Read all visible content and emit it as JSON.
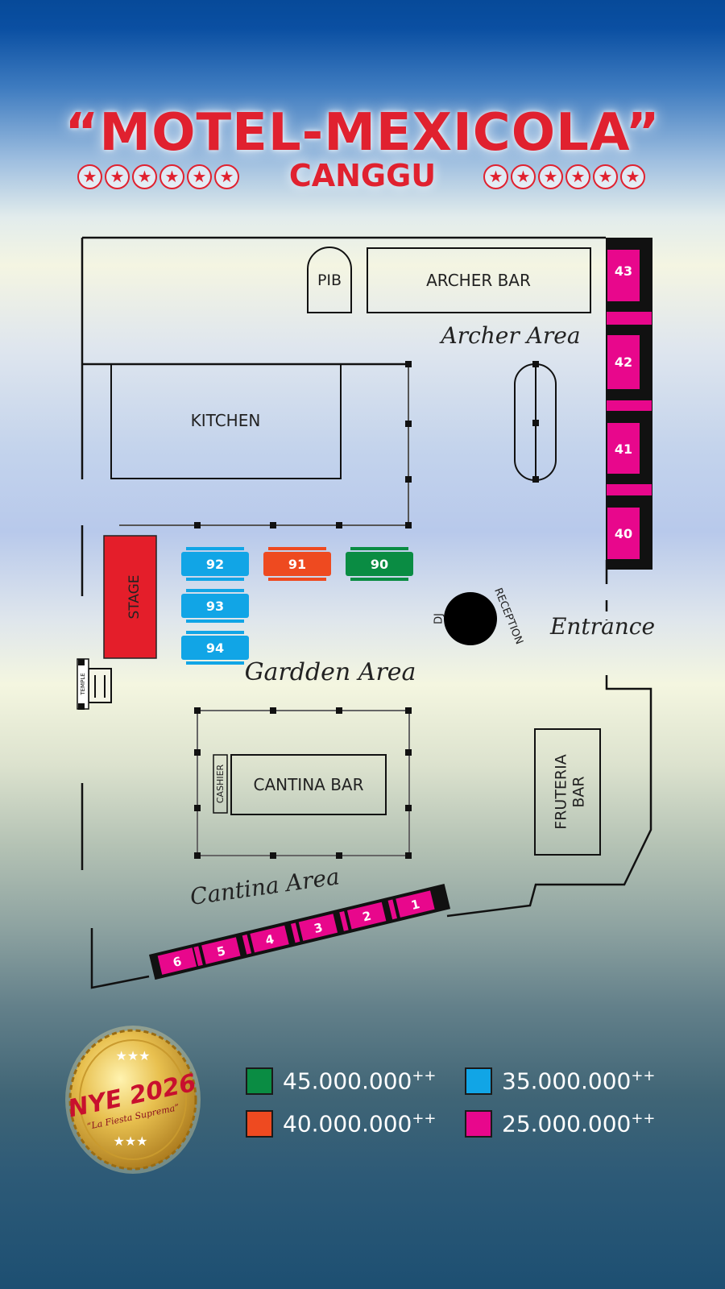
{
  "title": {
    "main": "“MOTEL-MEXICOLA”",
    "sub": "CANGGU",
    "star_glyph": "★"
  },
  "colors": {
    "green": "#0a8c43",
    "orange": "#ee4a20",
    "blue": "#11a5e6",
    "pink": "#e8078c",
    "stage": "#e41e2a",
    "title": "#e0212f"
  },
  "map": {
    "rooms": {
      "pib": "PIB",
      "archer_bar": "ARCHER BAR",
      "kitchen": "KITCHEN",
      "stage": "STAGE",
      "temple": "TEMPLE",
      "cantina_bar": "CANTINA BAR",
      "cashier": "CASHIER",
      "fruteria_line1": "FRUTERIA",
      "fruteria_line2": "BAR",
      "dj": "DJ",
      "reception": "RECEPTION"
    },
    "areas": {
      "archer": "Archer Area",
      "gardden": "Gardden Area",
      "cantina": "Cantina Area",
      "entrance": "Entrance"
    },
    "tables": [
      {
        "id": "90",
        "tier": "green"
      },
      {
        "id": "91",
        "tier": "orange"
      },
      {
        "id": "92",
        "tier": "blue"
      },
      {
        "id": "93",
        "tier": "blue"
      },
      {
        "id": "94",
        "tier": "blue"
      },
      {
        "id": "43",
        "tier": "pink"
      },
      {
        "id": "42",
        "tier": "pink"
      },
      {
        "id": "41",
        "tier": "pink"
      },
      {
        "id": "40",
        "tier": "pink"
      },
      {
        "id": "1",
        "tier": "pink"
      },
      {
        "id": "2",
        "tier": "pink"
      },
      {
        "id": "3",
        "tier": "pink"
      },
      {
        "id": "4",
        "tier": "pink"
      },
      {
        "id": "5",
        "tier": "pink"
      },
      {
        "id": "6",
        "tier": "pink"
      }
    ]
  },
  "badge": {
    "title": "NYE 2026",
    "subtitle": "“La Fiesta Suprema”",
    "stars": "★★★"
  },
  "legend": [
    {
      "tier": "green",
      "price": "45.000.000",
      "suffix": "++"
    },
    {
      "tier": "blue",
      "price": "35.000.000",
      "suffix": "++"
    },
    {
      "tier": "orange",
      "price": "40.000.000",
      "suffix": "++"
    },
    {
      "tier": "pink",
      "price": "25.000.000",
      "suffix": "++"
    }
  ]
}
